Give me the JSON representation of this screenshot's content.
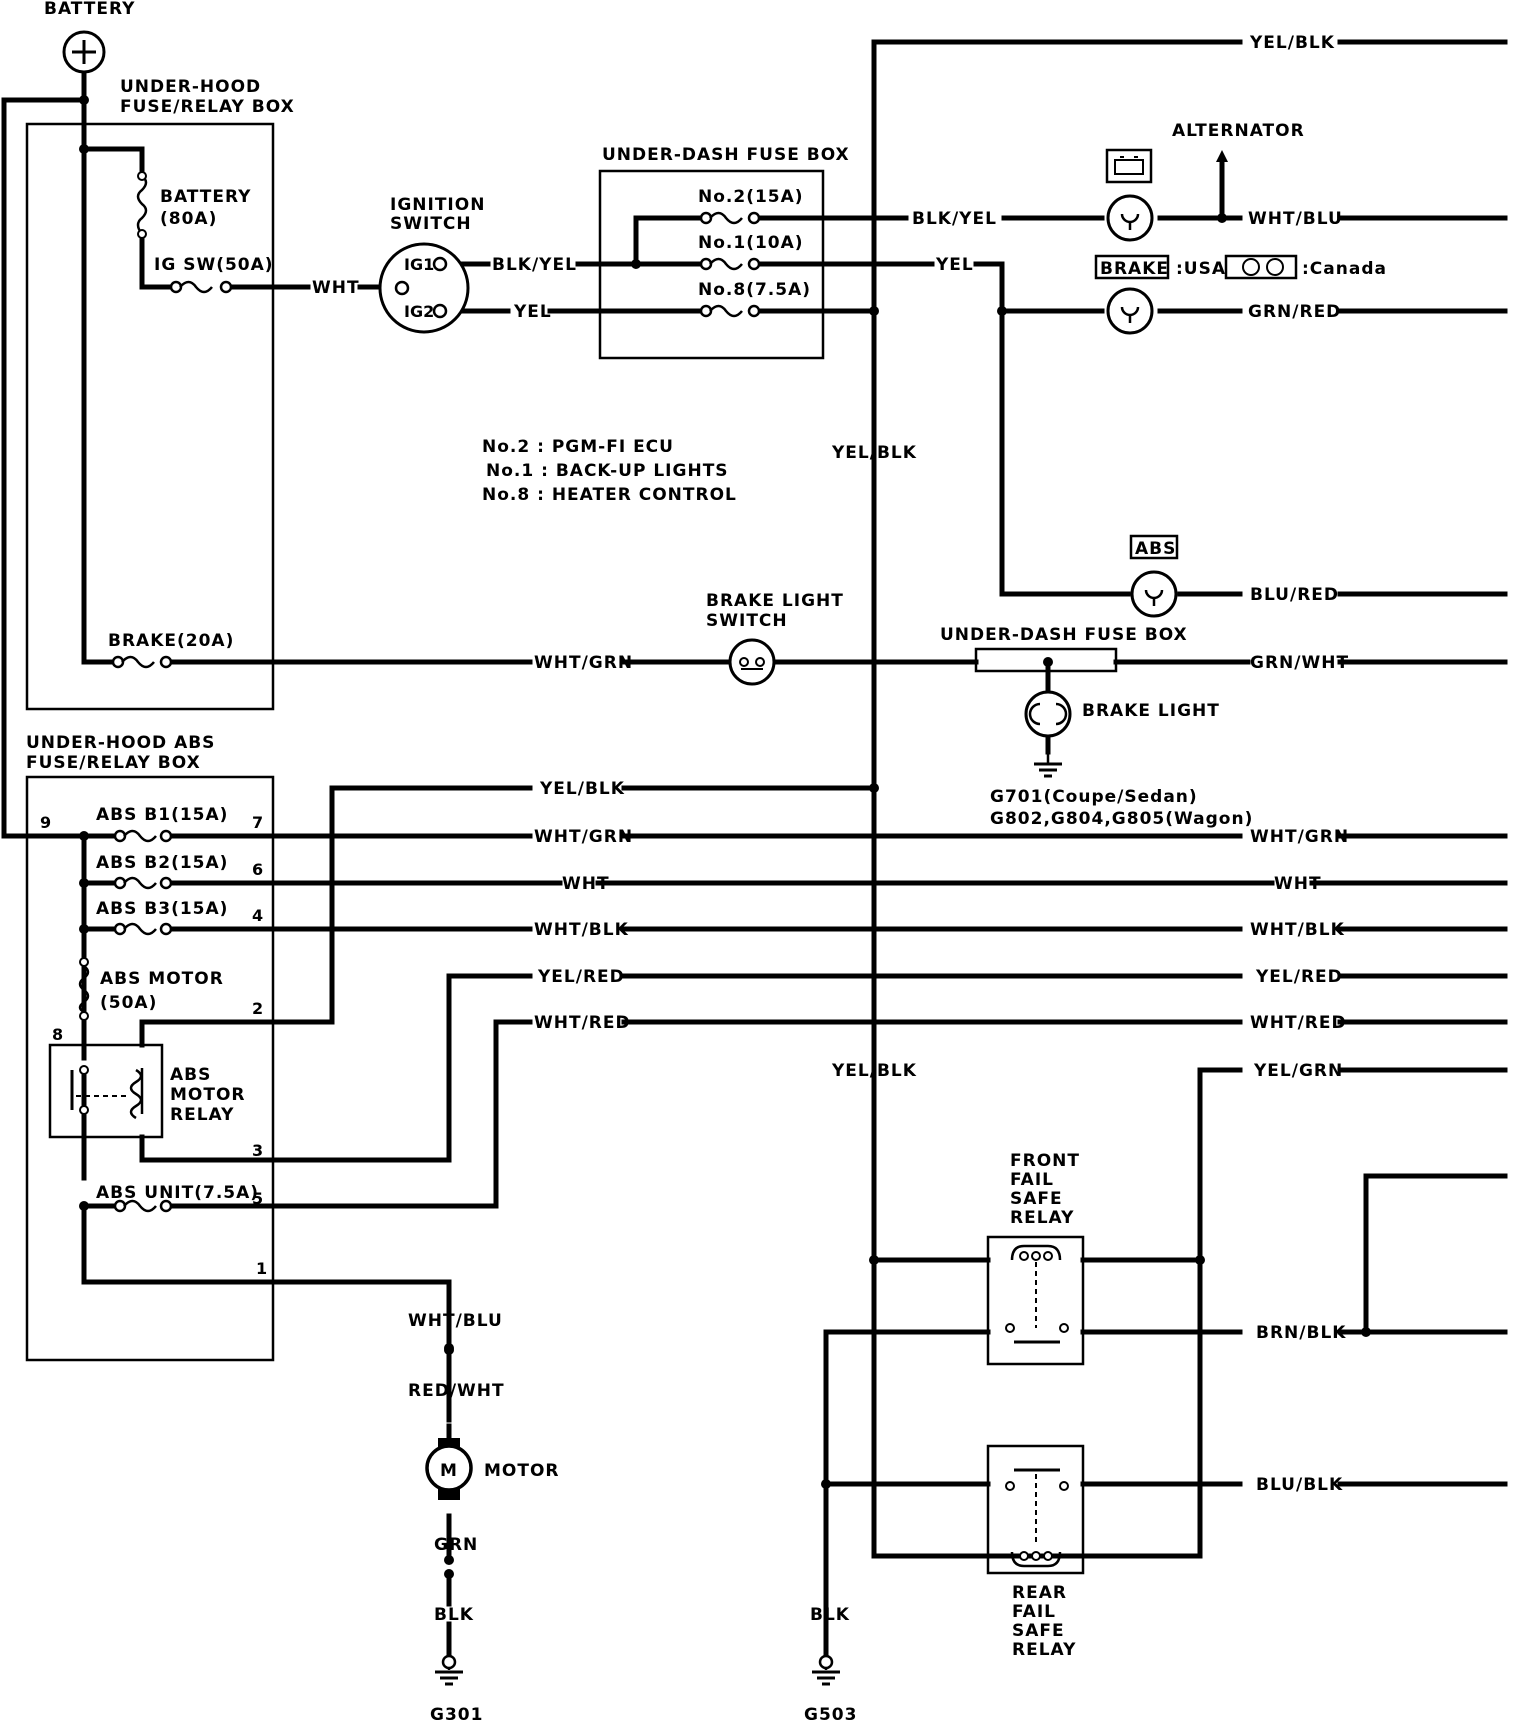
{
  "battery": {
    "label": "BATTERY"
  },
  "underhood_box": {
    "title_line1": "UNDER-HOOD",
    "title_line2": "FUSE/RELAY BOX"
  },
  "fuses_main": {
    "battery": "BATTERY",
    "battery_rating": "(80A)",
    "ig_sw": "IG SW(50A)",
    "brake": "BRAKE(20A)"
  },
  "ignition_switch": {
    "line1": "IGNITION",
    "line2": "SWITCH",
    "ig1": "IG1",
    "ig2": "IG2"
  },
  "underdash_box": {
    "title": "UNDER-DASH FUSE BOX",
    "fuse2": "No.2(15A)",
    "fuse1": "No.1(10A)",
    "fuse8": "No.8(7.5A)"
  },
  "fuse_notes": {
    "n2": "No.2 : PGM-FI ECU",
    "n1": "No.1 : BACK-UP LIGHTS",
    "n8": "No.8 : HEATER CONTROL"
  },
  "indicators": {
    "alternator": "ALTERNATOR",
    "brake_tag": "BRAKE",
    "usa": ":USA",
    "canada": ":Canada",
    "abs_tag": "ABS",
    "brake_light": "BRAKE LIGHT",
    "underdash_fuse_box2": "UNDER-DASH FUSE BOX",
    "g701": "G701(Coupe/Sedan)",
    "g802": "G802,G804,G805(Wagon)"
  },
  "brake_light_switch": {
    "line1": "BRAKE LIGHT",
    "line2": "SWITCH"
  },
  "abs_box": {
    "title_line1": "UNDER-HOOD ABS",
    "title_line2": "FUSE/RELAY BOX",
    "b1": "ABS B1(15A)",
    "b2": "ABS B2(15A)",
    "b3": "ABS B3(15A)",
    "motor_fuse": "ABS MOTOR",
    "motor_fuse_rating": "(50A)",
    "relay_line1": "ABS",
    "relay_line2": "MOTOR",
    "relay_line3": "RELAY",
    "unit": "ABS UNIT(7.5A)",
    "pins": {
      "p9": "9",
      "p7": "7",
      "p6": "6",
      "p4": "4",
      "p2": "2",
      "p8": "8",
      "p3": "3",
      "p5": "5",
      "p1": "1"
    }
  },
  "motor": {
    "symbol": "M",
    "label": "MOTOR"
  },
  "relays": {
    "front": [
      "FRONT",
      "FAIL",
      "SAFE",
      "RELAY"
    ],
    "rear": [
      "REAR",
      "FAIL",
      "SAFE",
      "RELAY"
    ]
  },
  "grounds": {
    "g301": "G301",
    "g503": "G503"
  },
  "wires": {
    "yel_blk": "YEL/BLK",
    "blk_yel": "BLK/YEL",
    "wht_blu": "WHT/BLU",
    "wht": "WHT",
    "yel": "YEL",
    "grn_red": "GRN/RED",
    "blu_red": "BLU/RED",
    "wht_grn": "WHT/GRN",
    "grn_wht": "GRN/WHT",
    "wht_blk": "WHT/BLK",
    "yel_red": "YEL/RED",
    "wht_red": "WHT/RED",
    "yel_grn": "YEL/GRN",
    "brn_blk": "BRN/BLK",
    "blu_blk": "BLU/BLK",
    "red_wht": "RED/WHT",
    "grn": "GRN",
    "blk": "BLK"
  }
}
